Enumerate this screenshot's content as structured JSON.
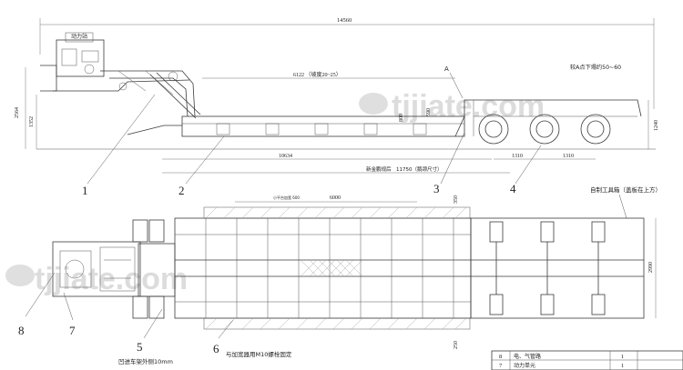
{
  "top_view": {
    "overall_length": "14560",
    "power_station_label": "动力站",
    "deck_length_dim": "6122 （坡度20~25）",
    "height_2564": "2564",
    "height_1352": "1352",
    "height_800": "800",
    "height_590": "590",
    "height_1240": "1240",
    "bottom_length": "10634",
    "axle_spacing_1": "1310",
    "axle_spacing_2": "1310",
    "point_a": "A",
    "point_a_note": "较A点下塌约50~60",
    "deck_total_note": "新金鹏规后　11750（鹅颈尺寸）"
  },
  "plan_view": {
    "width_6000": "6000",
    "dim_350": "350",
    "dim_250": "250",
    "width_2990": "2990",
    "small_note": "小平台加宽 600",
    "toolbox_note": "自制工具箱（盖板在上方）",
    "fix_note": "与加宽器用M10螺栓固定",
    "step_note": "凹进车架外侧10mm"
  },
  "callouts": [
    "1",
    "2",
    "3",
    "4",
    "5",
    "6",
    "7",
    "8"
  ],
  "parts_table": {
    "rows": [
      {
        "no": "8",
        "name": "电、气管路",
        "qty": "1"
      },
      {
        "no": "7",
        "name": "动力单元",
        "qty": "1"
      }
    ]
  },
  "watermark": "tjjiate.com"
}
